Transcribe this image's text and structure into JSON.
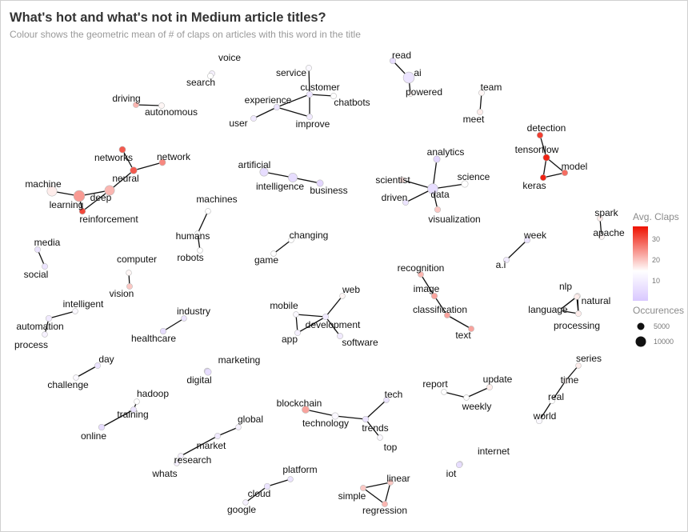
{
  "header": {
    "title": "What's hot and what's not in Medium article titles?",
    "subtitle": "Colour shows the geometric mean of # of claps on articles with this word in the title"
  },
  "legend": {
    "color_title": "Avg. Claps",
    "color_ticks": [
      "30",
      "20",
      "10"
    ],
    "size_title": "Occurences",
    "size_ticks": [
      "5000",
      "10000"
    ],
    "color_low": "#d9c8ff",
    "color_mid": "#ffffff",
    "color_high": "#ee1100"
  },
  "chart_data": {
    "type": "network",
    "nodes": [
      {
        "id": "voice",
        "label": "voice",
        "claps": 10,
        "n": 400
      },
      {
        "id": "search",
        "label": "search",
        "claps": 12,
        "n": 400
      },
      {
        "id": "driving",
        "label": "driving",
        "claps": 20,
        "n": 400
      },
      {
        "id": "autonomous",
        "label": "autonomous",
        "claps": 13,
        "n": 400
      },
      {
        "id": "service",
        "label": "service",
        "claps": 11,
        "n": 400
      },
      {
        "id": "customer",
        "label": "customer",
        "claps": 8,
        "n": 500
      },
      {
        "id": "experience",
        "label": "experience",
        "claps": 8,
        "n": 500
      },
      {
        "id": "chatbots",
        "label": "chatbots",
        "claps": 12,
        "n": 400
      },
      {
        "id": "user",
        "label": "user",
        "claps": 9,
        "n": 400
      },
      {
        "id": "improve",
        "label": "improve",
        "claps": 9,
        "n": 400
      },
      {
        "id": "read",
        "label": "read",
        "claps": 7,
        "n": 500
      },
      {
        "id": "ai",
        "label": "ai",
        "claps": 8,
        "n": 5000
      },
      {
        "id": "powered",
        "label": "powered",
        "claps": 13,
        "n": 400
      },
      {
        "id": "team",
        "label": "team",
        "claps": 13,
        "n": 400
      },
      {
        "id": "meet",
        "label": "meet",
        "claps": 14,
        "n": 400
      },
      {
        "id": "networks",
        "label": "networks",
        "claps": 30,
        "n": 700
      },
      {
        "id": "network",
        "label": "network",
        "claps": 25,
        "n": 700
      },
      {
        "id": "neural",
        "label": "neural",
        "claps": 30,
        "n": 1000
      },
      {
        "id": "machine",
        "label": "machine",
        "claps": 14,
        "n": 3500
      },
      {
        "id": "deep",
        "label": "deep",
        "claps": 20,
        "n": 3500
      },
      {
        "id": "learning",
        "label": "learning",
        "claps": 23,
        "n": 5000
      },
      {
        "id": "reinforcement",
        "label": "reinforcement",
        "claps": 32,
        "n": 600
      },
      {
        "id": "artificial",
        "label": "artificial",
        "claps": 7,
        "n": 2000
      },
      {
        "id": "intelligence",
        "label": "intelligence",
        "claps": 7,
        "n": 2500
      },
      {
        "id": "business",
        "label": "business",
        "claps": 6,
        "n": 800
      },
      {
        "id": "machines",
        "label": "machines",
        "claps": 12,
        "n": 300
      },
      {
        "id": "humans",
        "label": "humans",
        "claps": 12,
        "n": 300
      },
      {
        "id": "robots",
        "label": "robots",
        "claps": 12,
        "n": 300
      },
      {
        "id": "changing",
        "label": "changing",
        "claps": 12,
        "n": 300
      },
      {
        "id": "game",
        "label": "game",
        "claps": 12,
        "n": 300
      },
      {
        "id": "analytics",
        "label": "analytics",
        "claps": 6,
        "n": 800
      },
      {
        "id": "scientist",
        "label": "scientist",
        "claps": 15,
        "n": 400
      },
      {
        "id": "science",
        "label": "science",
        "claps": 12,
        "n": 800
      },
      {
        "id": "data",
        "label": "data",
        "claps": 7,
        "n": 4000
      },
      {
        "id": "driven",
        "label": "driven",
        "claps": 8,
        "n": 400
      },
      {
        "id": "visualization",
        "label": "visualization",
        "claps": 18,
        "n": 500
      },
      {
        "id": "detection",
        "label": "detection",
        "claps": 33,
        "n": 500
      },
      {
        "id": "tensorflow",
        "label": "tensorflow",
        "claps": 36,
        "n": 800
      },
      {
        "id": "model",
        "label": "model",
        "claps": 28,
        "n": 500
      },
      {
        "id": "keras",
        "label": "keras",
        "claps": 36,
        "n": 500
      },
      {
        "id": "spark",
        "label": "spark",
        "claps": 14,
        "n": 300
      },
      {
        "id": "apache",
        "label": "apache",
        "claps": 13,
        "n": 300
      },
      {
        "id": "media",
        "label": "media",
        "claps": 8,
        "n": 400
      },
      {
        "id": "social",
        "label": "social",
        "claps": 8,
        "n": 400
      },
      {
        "id": "computer",
        "label": "computer",
        "claps": 13,
        "n": 300
      },
      {
        "id": "vision",
        "label": "vision",
        "claps": 18,
        "n": 400
      },
      {
        "id": "week",
        "label": "week",
        "claps": 8,
        "n": 500
      },
      {
        "id": "a.i",
        "label": "a.i",
        "claps": 9,
        "n": 400
      },
      {
        "id": "recognition",
        "label": "recognition",
        "claps": 20,
        "n": 400
      },
      {
        "id": "image",
        "label": "image",
        "claps": 22,
        "n": 500
      },
      {
        "id": "classification",
        "label": "classification",
        "claps": 22,
        "n": 400
      },
      {
        "id": "text",
        "label": "text",
        "claps": 22,
        "n": 400
      },
      {
        "id": "nlp",
        "label": "nlp",
        "claps": 14,
        "n": 300
      },
      {
        "id": "natural",
        "label": "natural",
        "claps": 14,
        "n": 300
      },
      {
        "id": "language",
        "label": "language",
        "claps": 12,
        "n": 400
      },
      {
        "id": "processing",
        "label": "processing",
        "claps": 14,
        "n": 400
      },
      {
        "id": "intelligent",
        "label": "intelligent",
        "claps": 11,
        "n": 300
      },
      {
        "id": "automation",
        "label": "automation",
        "claps": 9,
        "n": 500
      },
      {
        "id": "process",
        "label": "process",
        "claps": 10,
        "n": 300
      },
      {
        "id": "industry",
        "label": "industry",
        "claps": 8,
        "n": 300
      },
      {
        "id": "healthcare",
        "label": "healthcare",
        "claps": 7,
        "n": 500
      },
      {
        "id": "mobile",
        "label": "mobile",
        "claps": 11,
        "n": 300
      },
      {
        "id": "web",
        "label": "web",
        "claps": 13,
        "n": 300
      },
      {
        "id": "development",
        "label": "development",
        "claps": 9,
        "n": 500
      },
      {
        "id": "app",
        "label": "app",
        "claps": 10,
        "n": 400
      },
      {
        "id": "software",
        "label": "software",
        "claps": 9,
        "n": 400
      },
      {
        "id": "day",
        "label": "day",
        "claps": 8,
        "n": 400
      },
      {
        "id": "challenge",
        "label": "challenge",
        "claps": 11,
        "n": 300
      },
      {
        "id": "marketing",
        "label": "marketing",
        "claps": 7,
        "n": 600
      },
      {
        "id": "digital",
        "label": "digital",
        "claps": 7,
        "n": 800
      },
      {
        "id": "hadoop",
        "label": "hadoop",
        "claps": 12,
        "n": 300
      },
      {
        "id": "training",
        "label": "training",
        "claps": 8,
        "n": 400
      },
      {
        "id": "online",
        "label": "online",
        "claps": 7,
        "n": 500
      },
      {
        "id": "report",
        "label": "report",
        "claps": 12,
        "n": 300
      },
      {
        "id": "update",
        "label": "update",
        "claps": 14,
        "n": 400
      },
      {
        "id": "weekly",
        "label": "weekly",
        "claps": 12,
        "n": 300
      },
      {
        "id": "series",
        "label": "series",
        "claps": 14,
        "n": 300
      },
      {
        "id": "time",
        "label": "time",
        "claps": 13,
        "n": 400
      },
      {
        "id": "real",
        "label": "real",
        "claps": 12,
        "n": 400
      },
      {
        "id": "world",
        "label": "world",
        "claps": 11,
        "n": 500
      },
      {
        "id": "blockchain",
        "label": "blockchain",
        "claps": 22,
        "n": 1200
      },
      {
        "id": "tech",
        "label": "tech",
        "claps": 8,
        "n": 300
      },
      {
        "id": "technology",
        "label": "technology",
        "claps": 11,
        "n": 800
      },
      {
        "id": "trends",
        "label": "trends",
        "claps": 8,
        "n": 500
      },
      {
        "id": "top",
        "label": "top",
        "claps": 11,
        "n": 300
      },
      {
        "id": "global",
        "label": "global",
        "claps": 10,
        "n": 300
      },
      {
        "id": "market",
        "label": "market",
        "claps": 9,
        "n": 400
      },
      {
        "id": "research",
        "label": "research",
        "claps": 10,
        "n": 300
      },
      {
        "id": "whats",
        "label": "whats",
        "claps": 10,
        "n": 300
      },
      {
        "id": "platform",
        "label": "platform",
        "claps": 8,
        "n": 300
      },
      {
        "id": "cloud",
        "label": "cloud",
        "claps": 8,
        "n": 500
      },
      {
        "id": "google",
        "label": "google",
        "claps": 10,
        "n": 300
      },
      {
        "id": "internet",
        "label": "internet",
        "claps": 8,
        "n": 300
      },
      {
        "id": "iot",
        "label": "iot",
        "claps": 7,
        "n": 500
      },
      {
        "id": "linear",
        "label": "linear",
        "claps": 18,
        "n": 400
      },
      {
        "id": "simple",
        "label": "simple",
        "claps": 18,
        "n": 400
      },
      {
        "id": "regression",
        "label": "regression",
        "claps": 20,
        "n": 400
      }
    ],
    "edges": [
      [
        "voice",
        "search"
      ],
      [
        "driving",
        "autonomous"
      ],
      [
        "service",
        "customer"
      ],
      [
        "customer",
        "experience"
      ],
      [
        "customer",
        "chatbots"
      ],
      [
        "customer",
        "improve"
      ],
      [
        "experience",
        "user"
      ],
      [
        "experience",
        "improve"
      ],
      [
        "read",
        "ai"
      ],
      [
        "ai",
        "powered"
      ],
      [
        "team",
        "meet"
      ],
      [
        "networks",
        "neural"
      ],
      [
        "network",
        "neural"
      ],
      [
        "neural",
        "deep"
      ],
      [
        "machine",
        "learning"
      ],
      [
        "learning",
        "deep"
      ],
      [
        "learning",
        "reinforcement"
      ],
      [
        "deep",
        "reinforcement"
      ],
      [
        "artificial",
        "intelligence"
      ],
      [
        "intelligence",
        "business"
      ],
      [
        "machines",
        "humans"
      ],
      [
        "humans",
        "robots"
      ],
      [
        "changing",
        "game"
      ],
      [
        "analytics",
        "data"
      ],
      [
        "scientist",
        "data"
      ],
      [
        "science",
        "data"
      ],
      [
        "driven",
        "data"
      ],
      [
        "data",
        "visualization"
      ],
      [
        "detection",
        "tensorflow"
      ],
      [
        "tensorflow",
        "model"
      ],
      [
        "tensorflow",
        "keras"
      ],
      [
        "keras",
        "model"
      ],
      [
        "spark",
        "apache"
      ],
      [
        "media",
        "social"
      ],
      [
        "computer",
        "vision"
      ],
      [
        "week",
        "a.i"
      ],
      [
        "recognition",
        "image"
      ],
      [
        "image",
        "classification"
      ],
      [
        "classification",
        "text"
      ],
      [
        "nlp",
        "natural"
      ],
      [
        "nlp",
        "language"
      ],
      [
        "nlp",
        "processing"
      ],
      [
        "natural",
        "language"
      ],
      [
        "natural",
        "processing"
      ],
      [
        "language",
        "processing"
      ],
      [
        "intelligent",
        "automation"
      ],
      [
        "automation",
        "process"
      ],
      [
        "industry",
        "healthcare"
      ],
      [
        "mobile",
        "development"
      ],
      [
        "mobile",
        "app"
      ],
      [
        "web",
        "development"
      ],
      [
        "development",
        "app"
      ],
      [
        "development",
        "software"
      ],
      [
        "day",
        "challenge"
      ],
      [
        "marketing",
        "digital"
      ],
      [
        "hadoop",
        "training"
      ],
      [
        "training",
        "online"
      ],
      [
        "report",
        "weekly"
      ],
      [
        "weekly",
        "update"
      ],
      [
        "series",
        "time"
      ],
      [
        "time",
        "real"
      ],
      [
        "real",
        "world"
      ],
      [
        "blockchain",
        "technology"
      ],
      [
        "technology",
        "trends"
      ],
      [
        "trends",
        "tech"
      ],
      [
        "trends",
        "top"
      ],
      [
        "global",
        "market"
      ],
      [
        "market",
        "research"
      ],
      [
        "research",
        "whats"
      ],
      [
        "platform",
        "cloud"
      ],
      [
        "cloud",
        "google"
      ],
      [
        "internet",
        "iot"
      ],
      [
        "linear",
        "simple"
      ],
      [
        "linear",
        "regression"
      ],
      [
        "simple",
        "regression"
      ]
    ]
  }
}
